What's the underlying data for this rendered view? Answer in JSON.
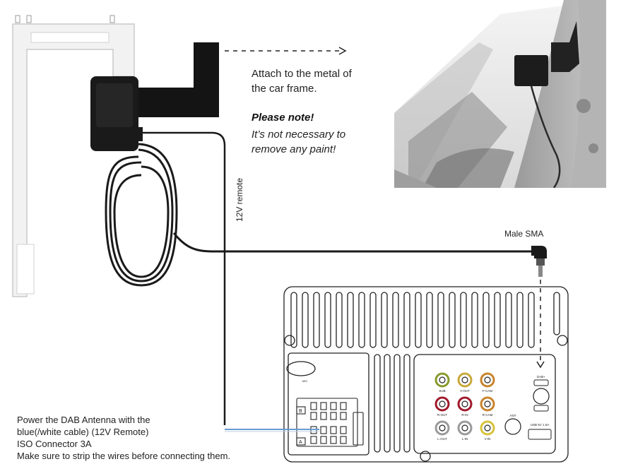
{
  "texts": {
    "attach_line1": "Attach to the metal of",
    "attach_line2": "the car frame.",
    "note_title": "Please note!",
    "note_line1": "It’s not necessary to",
    "note_line2": "remove any paint!",
    "male_sma": "Male SMA",
    "remote_label": "12V remote",
    "bottom_lines": [
      "Power the DAB Antenna with the",
      "blue(/white cable) (12V Remote)",
      "ISO Connector 3A",
      "Make sure to strip the wires before connecting them."
    ]
  },
  "radio_labels": {
    "mic": "MIC",
    "sub": "SUB",
    "v_out": "V-OUT",
    "f_cam": "F-CAM",
    "r_out": "R-OUT",
    "r_in": "R-IN",
    "r_cam": "R-CAM",
    "l_out": "L-OUT",
    "l_in": "L-IN",
    "v_in": "V-IN",
    "ant": "ANT",
    "dab": "DAB+",
    "usb": "USB 5V 1.5A",
    "iso_a": "A",
    "iso_b": "B"
  },
  "colors": {
    "sub": "#8a9a2a",
    "v_out": "#c8a83a",
    "f_cam": "#c8842a",
    "r_out": "#a01a2a",
    "r_in": "#a01a2a",
    "r_cam": "#c8842a",
    "l_out": "#9a9a9a",
    "l_in": "#9a9a9a",
    "v_in": "#d8c23a",
    "blue_wire": "#6a9ad0"
  }
}
